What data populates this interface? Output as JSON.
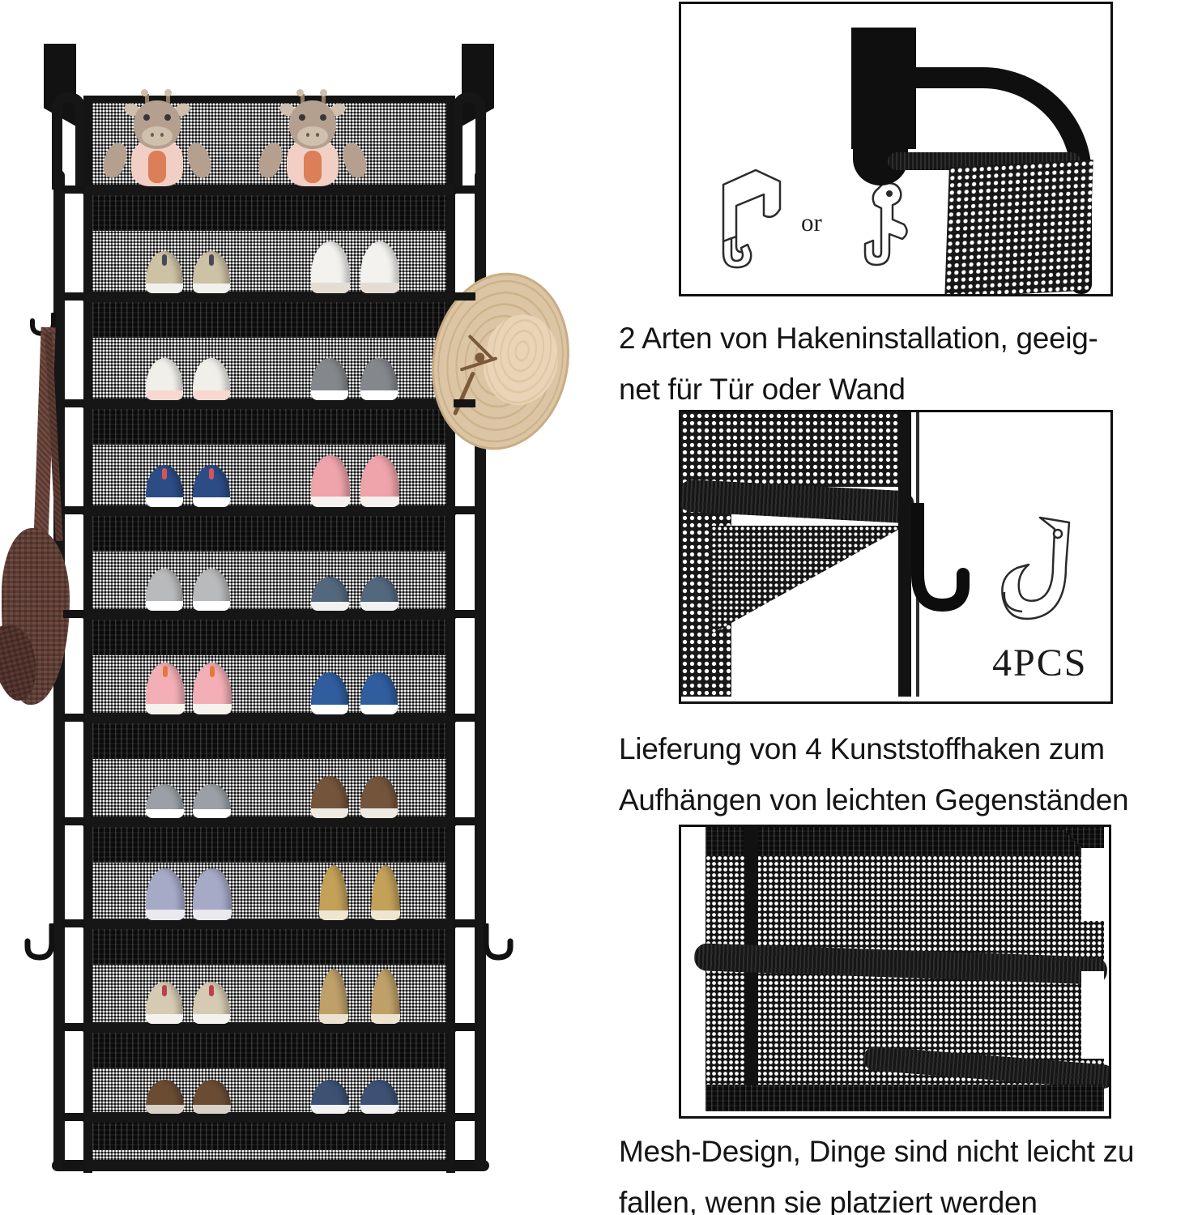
{
  "image_kind": "product listing composite photo",
  "language": "de",
  "panels": [
    {
      "name": "hook-installation-detail",
      "or_label": "or",
      "caption_line1": "2 Arten von Hakeninstallation, geeig-",
      "caption_line2": "net für Tür oder Wand"
    },
    {
      "name": "plastic-hooks-detail",
      "pcs_label": "4PCS",
      "caption_line1": "Lieferung von 4 Kunststoffhaken zum",
      "caption_line2": "Aufhängen von leichten Gegenständen"
    },
    {
      "name": "mesh-design-detail",
      "caption_line1": "Mesh-Design, Dinge sind nicht leicht zu",
      "caption_line2": "fallen, wenn sie platziert werden"
    }
  ],
  "rack": {
    "frame_color": "#161616",
    "mesh_color": "#141414",
    "tier_count": 10,
    "giraffe": {
      "fur": "#b5a090",
      "muzzle": "#cec0ad",
      "outfit": "#f2cfc4",
      "outfit_accent": "#d7764d",
      "eye": "#3b3633"
    },
    "tiers": [
      {
        "type": "giraffes",
        "item": "two plush giraffes"
      },
      {
        "left": {
          "item": "beige sneakers",
          "shape": "sneaker",
          "upper": "#cdc2a3",
          "sole": "#f2f0ec",
          "accent": "#444b57"
        },
        "right": {
          "item": "white sneakers",
          "shape": "sneaker_tall",
          "upper": "#f3f2ef",
          "sole": "#e4ddd3"
        }
      },
      {
        "left": {
          "item": "white sneakers",
          "shape": "sneaker",
          "upper": "#f1efe9",
          "sole": "#f7d9d2"
        },
        "right": {
          "item": "grey shoes",
          "shape": "sneaker",
          "upper": "#84878c",
          "sole": "#ffffff"
        }
      },
      {
        "left": {
          "item": "navy sneakers",
          "shape": "sneaker",
          "upper": "#2c4c86",
          "sole": "#ffffff",
          "accent": "#d5525e"
        },
        "right": {
          "item": "pink sneakers",
          "shape": "sneaker_tall",
          "upper": "#efa3aa",
          "sole": "#f4f1ee"
        }
      },
      {
        "left": {
          "item": "grey sneakers",
          "shape": "sneaker",
          "upper": "#b9babc",
          "sole": "#ffffff"
        },
        "right": {
          "item": "slate slip-ons",
          "shape": "low",
          "upper": "#53687e",
          "sole": "#f2f2f2"
        }
      },
      {
        "left": {
          "item": "pink sneakers",
          "shape": "sneaker_tall",
          "upper": "#f3afb5",
          "sole": "#f6f3ef",
          "accent": "#e07a3f"
        },
        "right": {
          "item": "blue sneakers",
          "shape": "sneaker",
          "upper": "#2f5d9e",
          "sole": "#ffffff"
        }
      },
      {
        "left": {
          "item": "grey slip-ons",
          "shape": "low",
          "upper": "#9aa0a5",
          "sole": "#ffffff"
        },
        "right": {
          "item": "brown shoes",
          "shape": "sneaker",
          "upper": "#74553c",
          "sole": "#efeae2"
        }
      },
      {
        "left": {
          "item": "lavender sneakers",
          "shape": "sneaker_tall",
          "upper": "#a7aac6",
          "sole": "#e9e9ee"
        },
        "right": {
          "item": "mustard pointed flats",
          "shape": "pointed",
          "upper": "#c3a159",
          "sole": "#efe6d2"
        }
      },
      {
        "left": {
          "item": "cream sneakers",
          "shape": "sneaker",
          "upper": "#d6cbb2",
          "sole": "#f4f2ee",
          "accent": "#b54450"
        },
        "right": {
          "item": "tan pointed heels",
          "shape": "pointed",
          "upper": "#bfa069",
          "sole": "#ece2cf"
        }
      },
      {
        "left": {
          "item": "brown loafers",
          "shape": "low",
          "upper": "#6b4c33",
          "sole": "#d8d2c6"
        },
        "right": {
          "item": "navy slip-ons",
          "shape": "low",
          "upper": "#3c5174",
          "sole": "#f2f2f2"
        }
      },
      {
        "type": "empty"
      }
    ]
  },
  "accessories": {
    "straw_hat": {
      "brim": "#d9c2a2",
      "crown": "#e8d3b6",
      "stitch": "#9a7a52"
    },
    "handbag": {
      "body": "#6f4a40",
      "dark": "#5c3a32"
    },
    "side_hooks": "4 small black J-hooks on frame rails"
  }
}
